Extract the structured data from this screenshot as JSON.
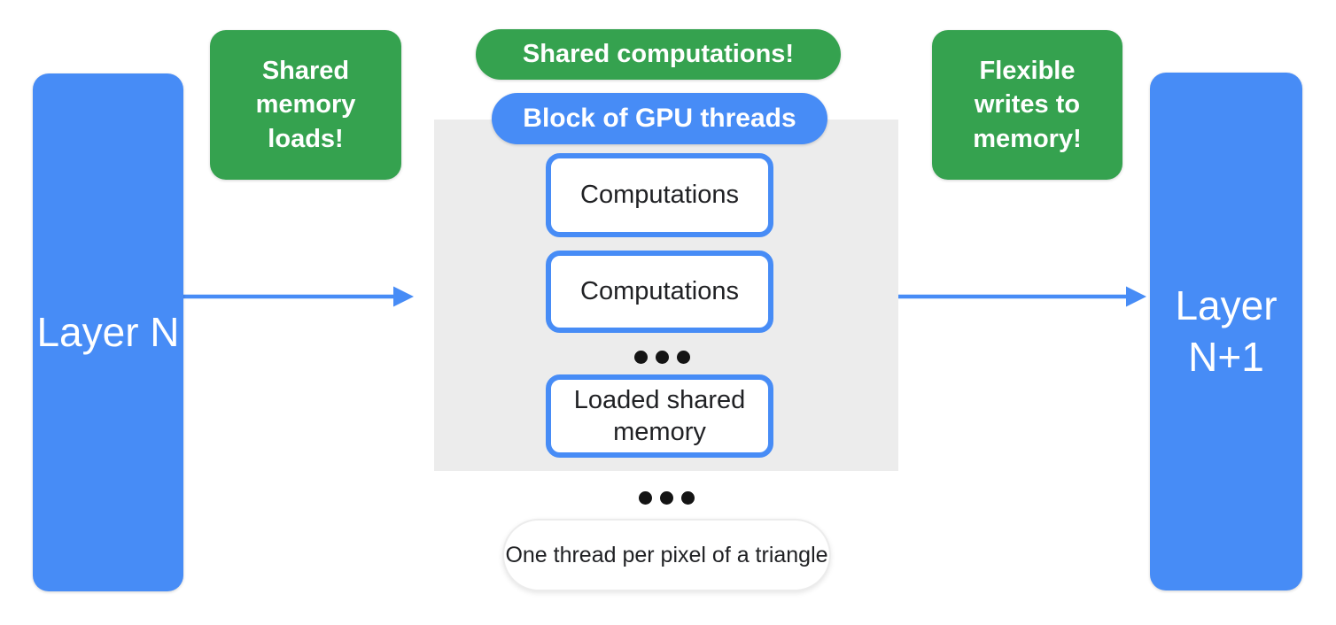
{
  "colors": {
    "blue": "#478CF6",
    "green": "#35A24F",
    "panel": "#ECECEC",
    "text_dark": "#202124",
    "note_border": "#ECECEC"
  },
  "nodes": {
    "layer_n": {
      "label": "Layer N"
    },
    "layer_n_plus_1": {
      "label": "Layer N+1"
    },
    "callout_left": {
      "label": "Shared memory loads!"
    },
    "callout_center": {
      "label": "Shared computations!"
    },
    "callout_right": {
      "label": "Flexible writes to memory!"
    },
    "gpu_block": {
      "label": "Block of GPU threads"
    },
    "computation_1": {
      "label": "Computations"
    },
    "computation_2": {
      "label": "Computations"
    },
    "loaded_shared_memory": {
      "label": "Loaded shared memory"
    },
    "thread_note": {
      "label": "One thread per pixel of a triangle"
    }
  }
}
